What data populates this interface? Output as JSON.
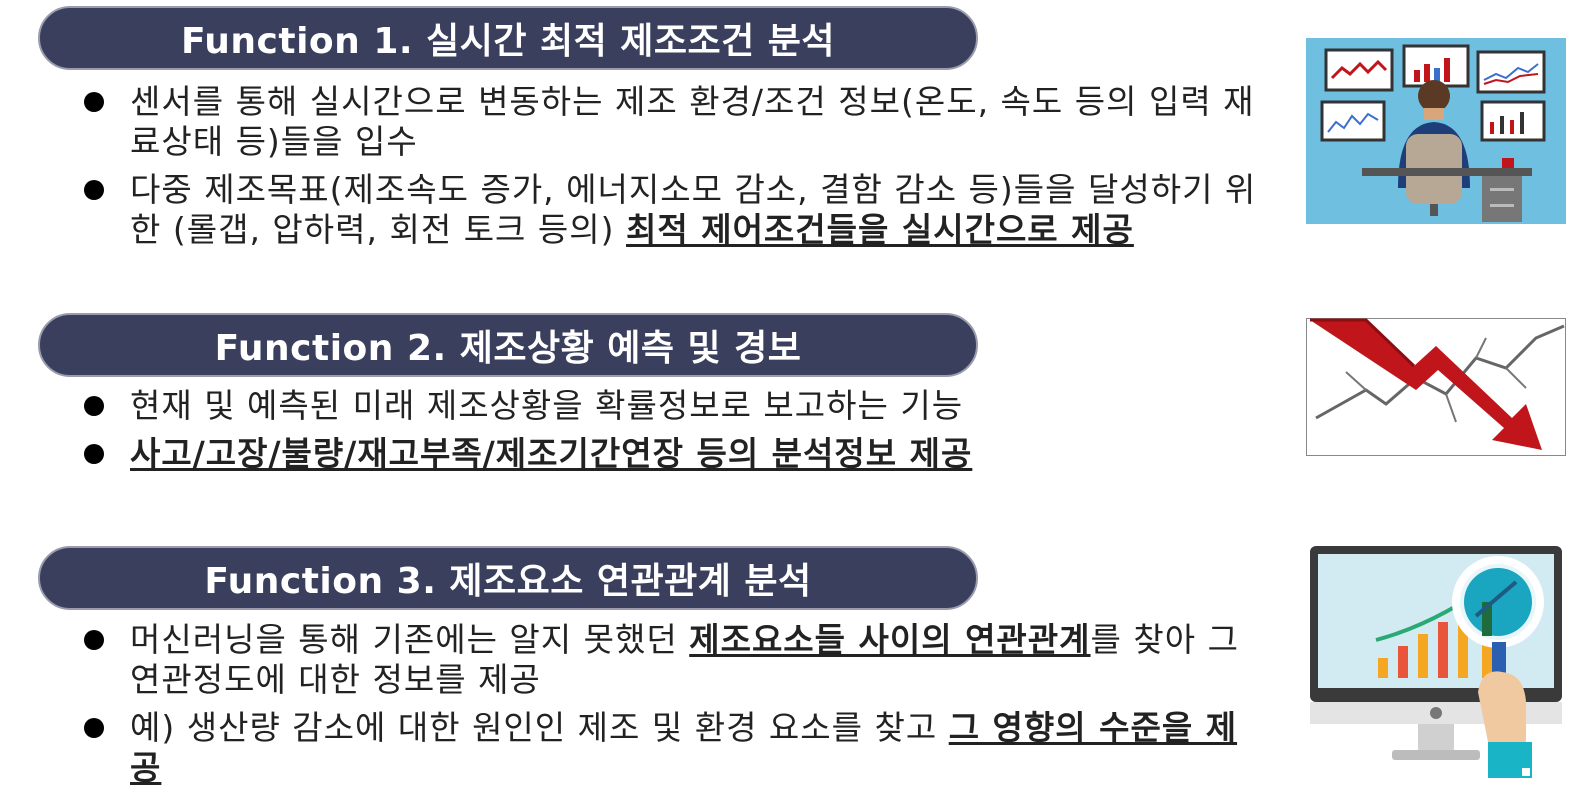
{
  "sections": [
    {
      "title": "Function 1. 실시간 최적 제조조건 분석",
      "bullets": [
        {
          "text": "센서를 통해 실시간으로 변동하는 제조 환경/조건 정보(온도, 속도 등의 입력 재료상태 등)들을 입수",
          "highlight": ""
        },
        {
          "text": "다중 제조목표(제조속도 증가, 에너지소모 감소, 결함 감소 등)들을 달성하기 위한 (롤갭, 압하력, 회전 토크 등의) ",
          "highlight": "최적 제어조건들을 실시간으로 제공"
        }
      ]
    },
    {
      "title": "Function 2. 제조상황 예측 및 경보",
      "bullets": [
        {
          "text": "현재 및 예측된 미래 제조상황을 확률정보로 보고하는 기능",
          "highlight": ""
        },
        {
          "text": "",
          "highlight": "사고/고장/불량/재고부족/제조기간연장 등의 분석정보 제공"
        }
      ]
    },
    {
      "title": "Function 3. 제조요소 연관관계 분석",
      "bullets": [
        {
          "pre": "머신러닝을 통해 기존에는 알지 못했던 ",
          "highlight": "제조요소들 사이의 연관관계",
          "post": "를 찾아 그 연관정도에 대한 정보를 제공"
        },
        {
          "text": "예) 생산량 감소에 대한 원인인 제조 및 환경 요소를 찾고 ",
          "highlight": "그 영향의 수준을 제공"
        }
      ]
    }
  ],
  "colors": {
    "header_bg": "#3b3f5e",
    "header_border": "#9a9cae",
    "header_text": "#ffffff",
    "body_text": "#222222",
    "arrow_red": "#c0161b",
    "monitor_bg": "#6fbfe0"
  },
  "illustrations": [
    "analyst-at-monitors-icon",
    "falling-arrow-crack-icon",
    "monitor-magnifier-chart-icon"
  ]
}
